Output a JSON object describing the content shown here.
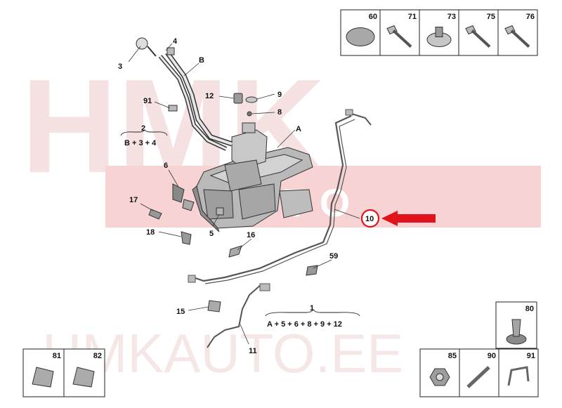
{
  "watermark": {
    "big_text": "HMK",
    "band_text": "A U T O",
    "bottom_text": "HMKAUTO.EE",
    "color_pale": "#f3d9d9",
    "color_band": "#f4c7c7"
  },
  "callouts": {
    "c3": "3",
    "c4": "4",
    "cB": "B",
    "c91": "91",
    "c12": "12",
    "c9": "9",
    "c8": "8",
    "cA": "A",
    "c6": "6",
    "c17": "17",
    "c18": "18",
    "c5": "5",
    "c16": "16",
    "c59": "59",
    "c15": "15",
    "c11": "11",
    "c10": "10"
  },
  "groups": {
    "g2_title": "2",
    "g2_formula": "B + 3 + 4",
    "g1_title": "1",
    "g1_formula": "A + 5 + 6 + 8 + 9 + 12"
  },
  "highlight": {
    "color": "#e1131c"
  },
  "thumbs_top": [
    "60",
    "71",
    "73",
    "75",
    "76"
  ],
  "thumbs_bottom_left": [
    "81",
    "82"
  ],
  "thumbs_bottom_right_top": [
    "80"
  ],
  "thumbs_bottom_right": [
    "85",
    "90",
    "91"
  ]
}
